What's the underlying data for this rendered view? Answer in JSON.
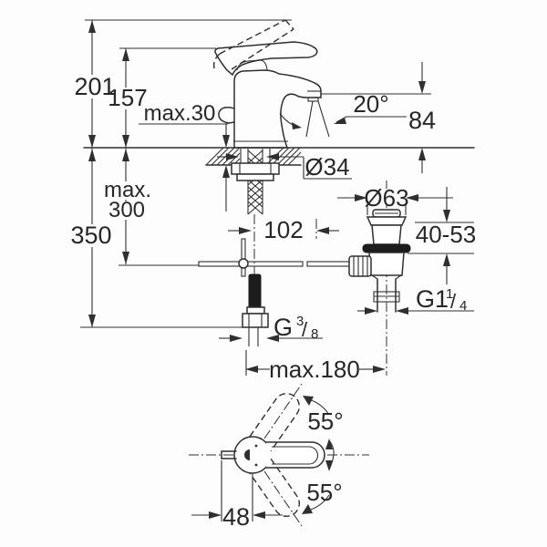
{
  "drawing": {
    "subject": "single-lever basin mixer faucet with pop-up waste — installation dimension drawing, side elevation and plan view",
    "background_color": "#fdfdfd",
    "line_color": "#2f2f2f",
    "dims": {
      "overall_height": "201",
      "lever_height": "157",
      "deck_thickness": "max.30",
      "spray_angle": "20°",
      "spout_height": "84",
      "hole_diameter": "Ø34",
      "waste_diameter": "Ø63",
      "hose_depth_line1": "max.",
      "hose_depth_line2": "300",
      "supply_length": "350",
      "spout_reach": "102",
      "waste_clamp_range": "40-53",
      "waste_thread_main": "G1",
      "waste_thread_sup": "1",
      "waste_thread_slash": "/",
      "waste_thread_sub": "4",
      "supply_thread_main": "G",
      "supply_thread_sup": "3",
      "supply_thread_slash": "/",
      "supply_thread_sub": "8",
      "rod_reach": "max.180",
      "handle_swing_upper": "55°",
      "handle_swing_lower": "55°",
      "handle_offset": "48"
    }
  }
}
